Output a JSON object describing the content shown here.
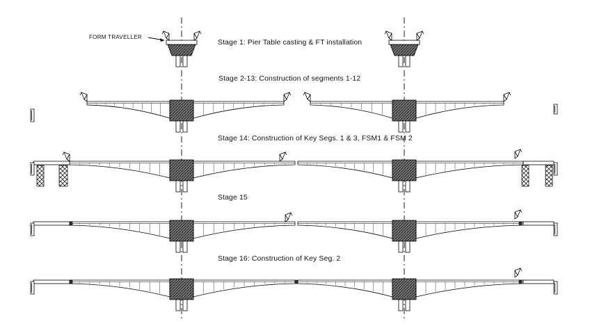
{
  "diagram": {
    "callout_label": "FORM TRAVELLER",
    "stages": [
      {
        "key": "s1",
        "label": "Stage 1: Pier Table  casting & FT installation"
      },
      {
        "key": "s2",
        "label": "Stage 2-13:  Construction  of segments  1-12"
      },
      {
        "key": "s14",
        "label": "Stage 14: Construction  of Key Segs. 1 & 3, FSM1 & FSM 2"
      },
      {
        "key": "s15",
        "label": "Stage 15"
      },
      {
        "key": "s16",
        "label": "Stage 16: Construction  of Key Seg. 2"
      }
    ]
  }
}
